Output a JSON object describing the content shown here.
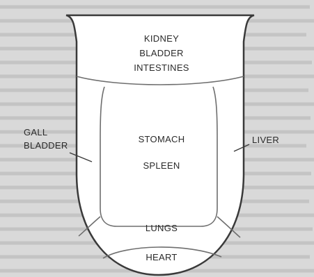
{
  "diagram": {
    "regions": {
      "back": [
        "KIDNEY",
        "BLADDER",
        "INTESTINES"
      ],
      "center": [
        "STOMACH",
        "SPLEEN"
      ],
      "front": [
        "LUNGS"
      ],
      "tip": [
        "HEART"
      ],
      "left_side": [
        "GALL",
        "BLADDER"
      ],
      "right_side": [
        "LIVER"
      ]
    }
  },
  "colors": {
    "background": "#d9d9d9",
    "tongue_fill": "#ffffff",
    "outline": "#3a3a3a",
    "label": "#2a2a2a",
    "background_text": "#c4c4c4"
  }
}
